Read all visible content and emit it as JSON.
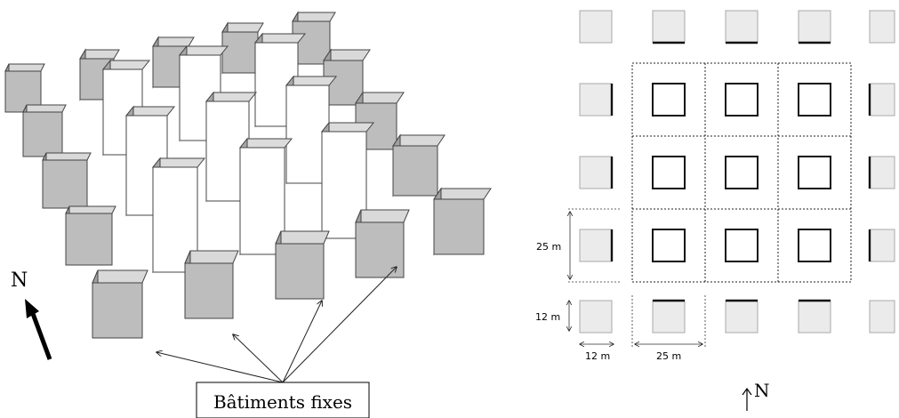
{
  "figure": {
    "left_panel": {
      "north_label": "N",
      "callout_label": "Bâtiments fixes"
    },
    "right_panel": {
      "dim_25m_vertical": "25 m",
      "dim_12m_vertical": "12 m",
      "dim_12m_horizontal": "12 m",
      "dim_25m_horizontal": "25 m",
      "north_label": "N"
    },
    "colors": {
      "fixed_face": "#bdbdbd",
      "fixed_top": "#d9d9d9",
      "fixed_side": "#a0a0a0",
      "tall_face": "#ffffff",
      "tall_side": "#a6a6a6",
      "tall_top": "#dcdcdc",
      "plan_fixed_fill": "#ebebeb",
      "plan_fixed_stroke": "#a8a8a8",
      "plan_center_stroke": "#111111"
    }
  }
}
